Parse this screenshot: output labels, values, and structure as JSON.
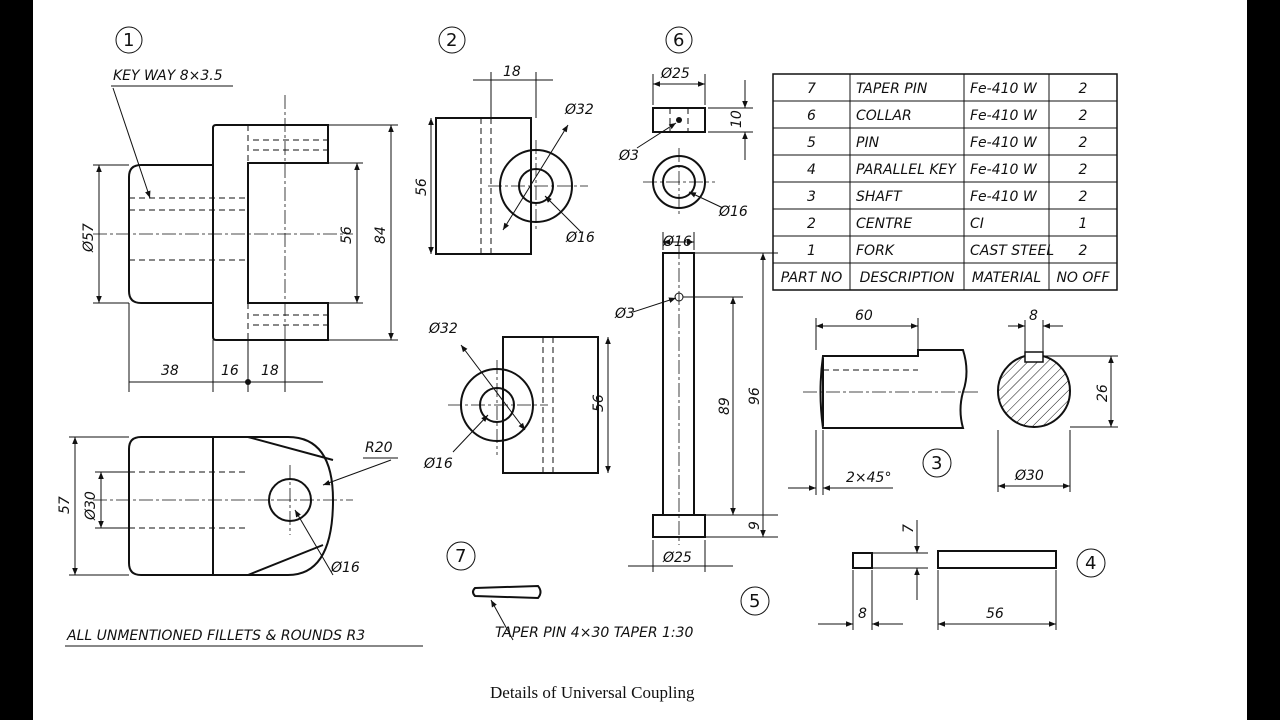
{
  "caption": "Details of Universal Coupling",
  "notes": {
    "fillets": "ALL UNMENTIONED FILLETS & ROUNDS R3",
    "keyway": "KEY WAY 8×3.5",
    "taper_pin": "TAPER PIN 4×30 TAPER 1:30"
  },
  "part_numbers": [
    "1",
    "2",
    "3",
    "4",
    "5",
    "6",
    "7"
  ],
  "dimensions": {
    "fork": {
      "d57": "Ø57",
      "l56": "56",
      "l84": "84",
      "l38": "38",
      "l16": "16",
      "l18": "18",
      "h57": "57",
      "d30": "Ø30",
      "r20": "R20",
      "d16": "Ø16"
    },
    "centre": {
      "l18": "18",
      "l56": "56",
      "d32": "Ø32",
      "d16": "Ø16",
      "d32b": "Ø32",
      "l56b": "56",
      "d16b": "Ø16"
    },
    "collar": {
      "d25": "Ø25",
      "l10": "10",
      "d3": "Ø3",
      "d16": "Ø16"
    },
    "pin": {
      "d16": "Ø16",
      "d3": "Ø3",
      "l89": "89",
      "l96": "96",
      "l9": "9",
      "d25": "Ø25"
    },
    "shaft": {
      "l60": "60",
      "chamfer": "2×45°",
      "w8": "8",
      "l26": "26",
      "d30": "Ø30"
    },
    "key": {
      "h7": "7",
      "w8": "8",
      "l56": "56"
    }
  },
  "parts_table": {
    "header": [
      "PART NO",
      "DESCRIPTION",
      "MATERIAL",
      "NO OFF"
    ],
    "rows": [
      [
        "7",
        "TAPER PIN",
        "Fe-410 W",
        "2"
      ],
      [
        "6",
        "COLLAR",
        "Fe-410 W",
        "2"
      ],
      [
        "5",
        "PIN",
        "Fe-410 W",
        "2"
      ],
      [
        "4",
        "PARALLEL KEY",
        "Fe-410 W",
        "2"
      ],
      [
        "3",
        "SHAFT",
        "Fe-410 W",
        "2"
      ],
      [
        "2",
        "CENTRE",
        "CI",
        "1"
      ],
      [
        "1",
        "FORK",
        "CAST STEEL",
        "2"
      ]
    ]
  }
}
